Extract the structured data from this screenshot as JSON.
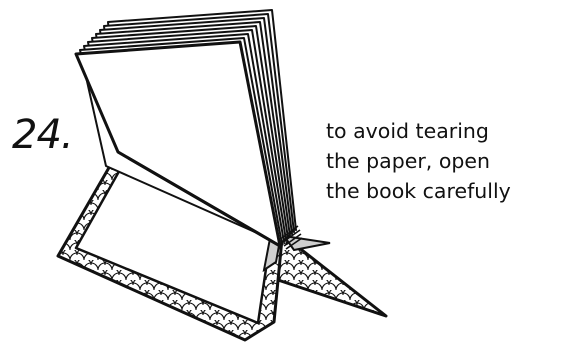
{
  "step_number": "24.",
  "caption_lines": [
    "to avoid tearing",
    "the paper, open",
    "the book carefully"
  ],
  "colors": {
    "line": "#111111",
    "paper": "#ffffff",
    "spine_shade": "#cccccc"
  },
  "icons": {
    "illustration": "open-book-icon",
    "pattern": "scallop-pattern"
  }
}
